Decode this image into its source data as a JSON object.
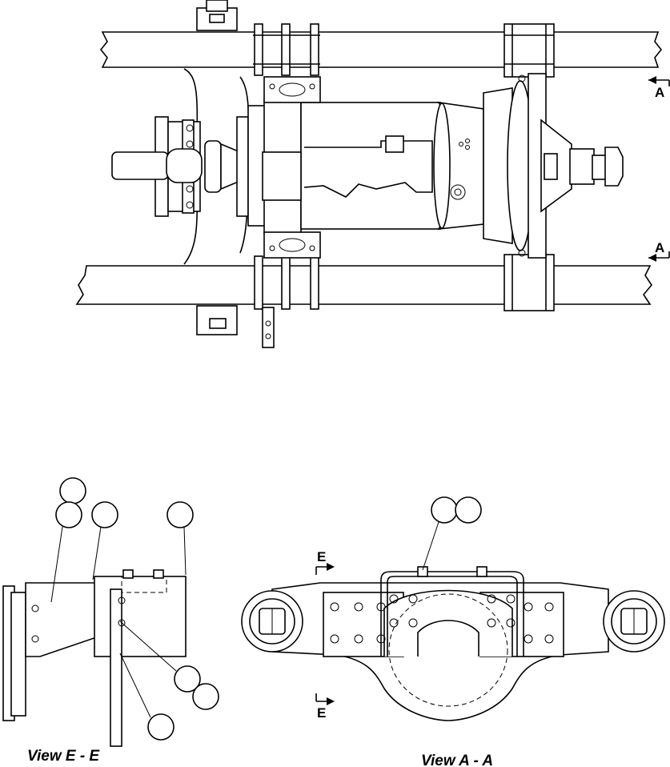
{
  "labels": {
    "section_a_top": "A",
    "section_a_bottom": "A",
    "section_e_top": "E",
    "section_e_bottom": "E"
  },
  "captions": {
    "view_e": "View E - E",
    "view_a": "View A - A"
  },
  "callouts": {
    "bubble_count": 9,
    "bubbles_text": [
      "",
      "",
      "",
      "",
      "",
      "",
      "",
      "",
      ""
    ]
  }
}
